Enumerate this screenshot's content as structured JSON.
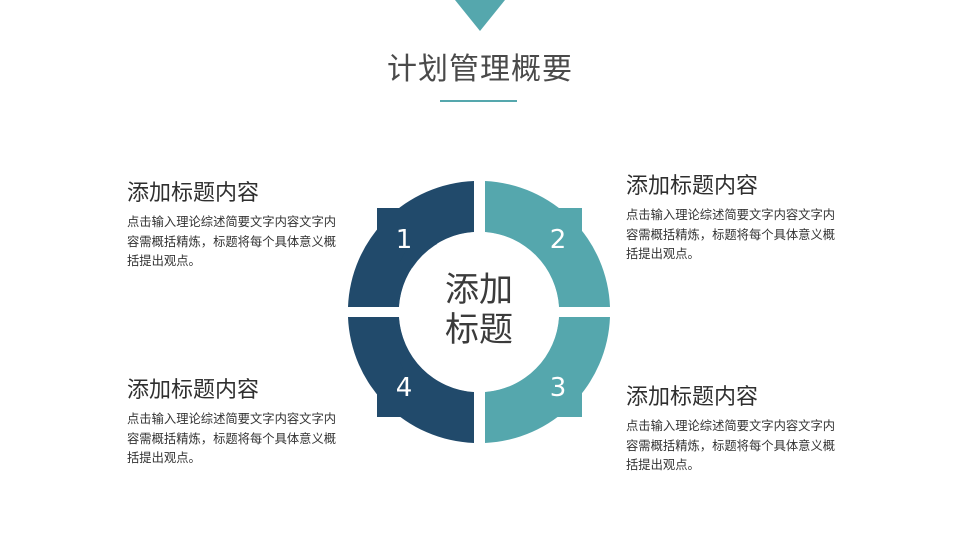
{
  "header": {
    "title": "计划管理概要",
    "accent_color": "#55a7ad"
  },
  "cycle": {
    "center_label_line1": "添加",
    "center_label_line2": "标题",
    "colors": {
      "dark": "#214a6b",
      "teal": "#55a7ad"
    },
    "steps": [
      {
        "number": "1",
        "color": "#214a6b"
      },
      {
        "number": "2",
        "color": "#55a7ad"
      },
      {
        "number": "3",
        "color": "#55a7ad"
      },
      {
        "number": "4",
        "color": "#214a6b"
      }
    ]
  },
  "blocks": [
    {
      "title": "添加标题内容",
      "desc": "点击输入理论综述简要文字内容文字内容需概括精炼，标题将每个具体意义概括提出观点。"
    },
    {
      "title": "添加标题内容",
      "desc": "点击输入理论综述简要文字内容文字内容需概括精炼，标题将每个具体意义概括提出观点。"
    },
    {
      "title": "添加标题内容",
      "desc": "点击输入理论综述简要文字内容文字内容需概括精炼，标题将每个具体意义概括提出观点。"
    },
    {
      "title": "添加标题内容",
      "desc": "点击输入理论综述简要文字内容文字内容需概括精炼，标题将每个具体意义概括提出观点。"
    }
  ]
}
